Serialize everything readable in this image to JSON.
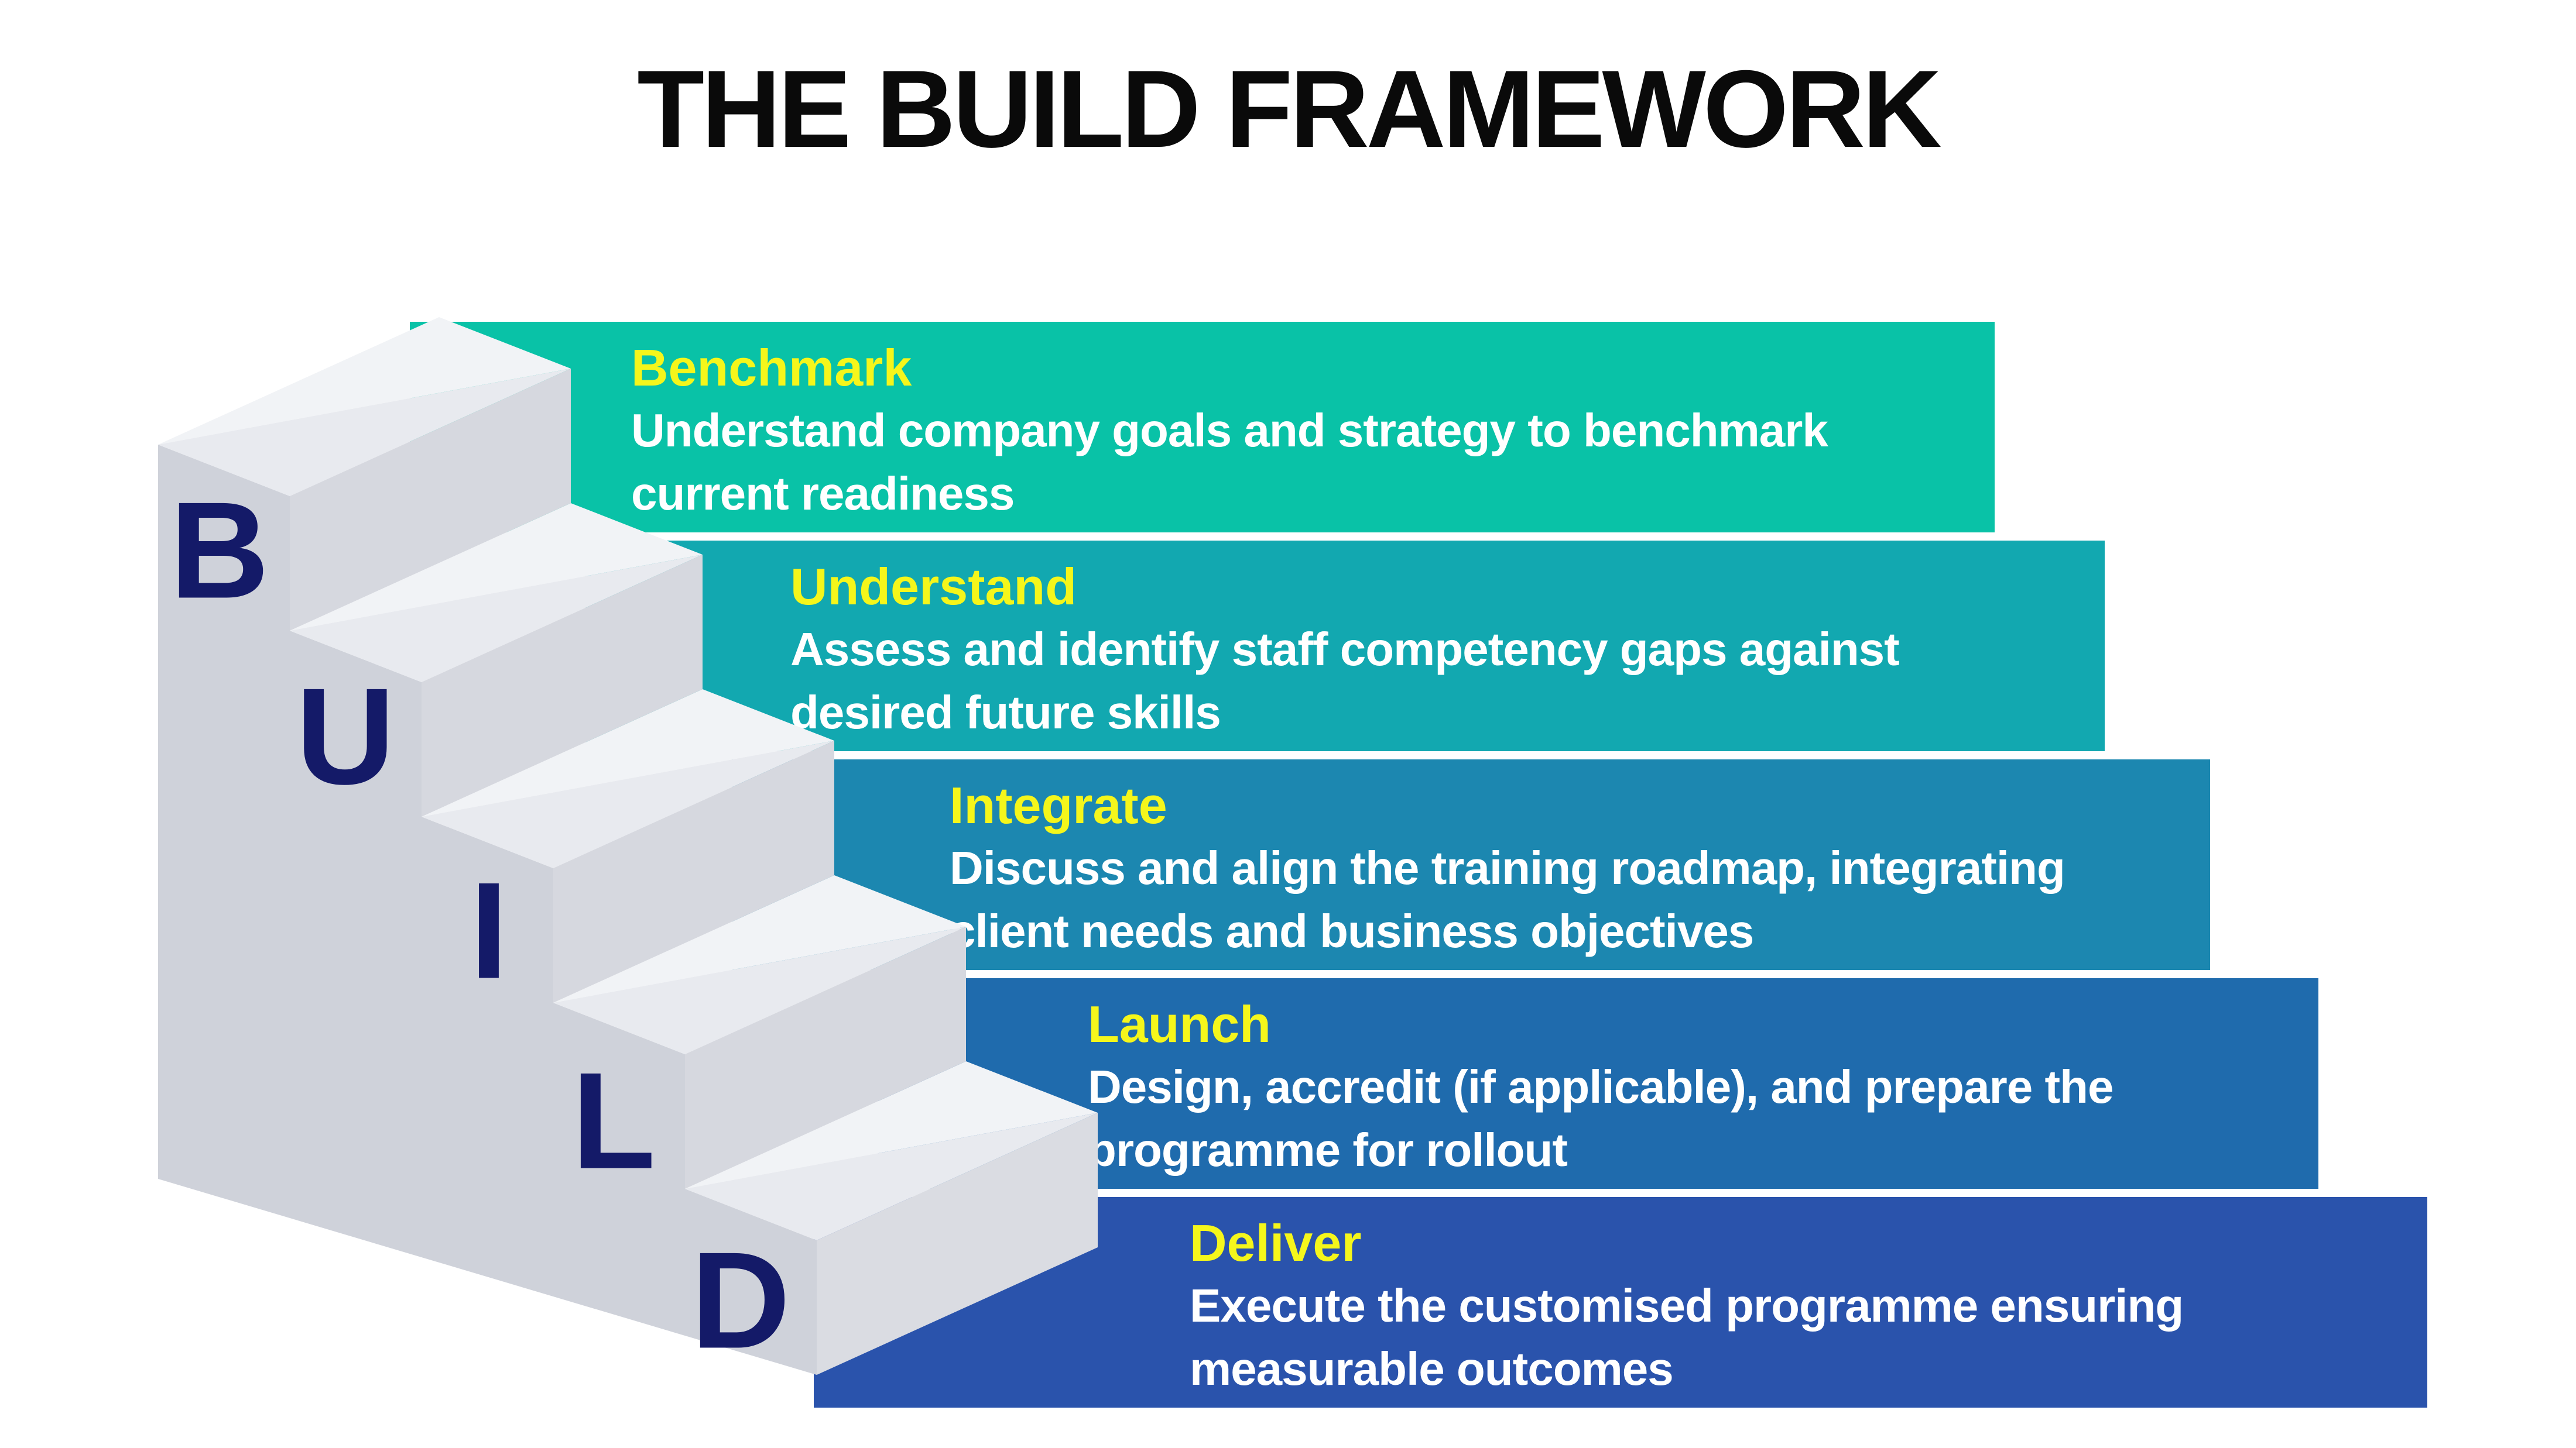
{
  "title": "THE BUILD FRAMEWORK",
  "stair_letters": [
    "B",
    "U",
    "I",
    "L",
    "D"
  ],
  "steps": [
    {
      "label": "Benchmark",
      "color": "#09C2A7",
      "lines": [
        "Understand company goals and strategy to benchmark",
        "current readiness"
      ]
    },
    {
      "label": "Understand",
      "color": "#12A8B0",
      "lines": [
        "Assess and identify staff competency gaps against",
        "desired future skills"
      ]
    },
    {
      "label": "Integrate",
      "color": "#1C87B0",
      "lines": [
        "Discuss and align the training roadmap, integrating",
        "client needs and business objectives"
      ]
    },
    {
      "label": "Launch",
      "color": "#1F6BAD",
      "lines": [
        "Design, accredit (if applicable), and prepare the",
        "programme for rollout"
      ]
    },
    {
      "label": "Deliver",
      "color": "#2A53AC",
      "lines": [
        "Execute the customised programme ensuring",
        "measurable outcomes"
      ]
    }
  ],
  "colors": {
    "title_black": "#0A0A0A",
    "heading_yellow": "#F5F61B",
    "body_text": "#FFFFFF",
    "stair_letter_navy": "#141A68",
    "stair_wall": "#CFD2DA",
    "stair_riser": "#D6D8DF",
    "stair_endcap": "#DADCE2",
    "stair_top_light": "#F1F3F6",
    "stair_top_shade": "#E8EAEF"
  }
}
